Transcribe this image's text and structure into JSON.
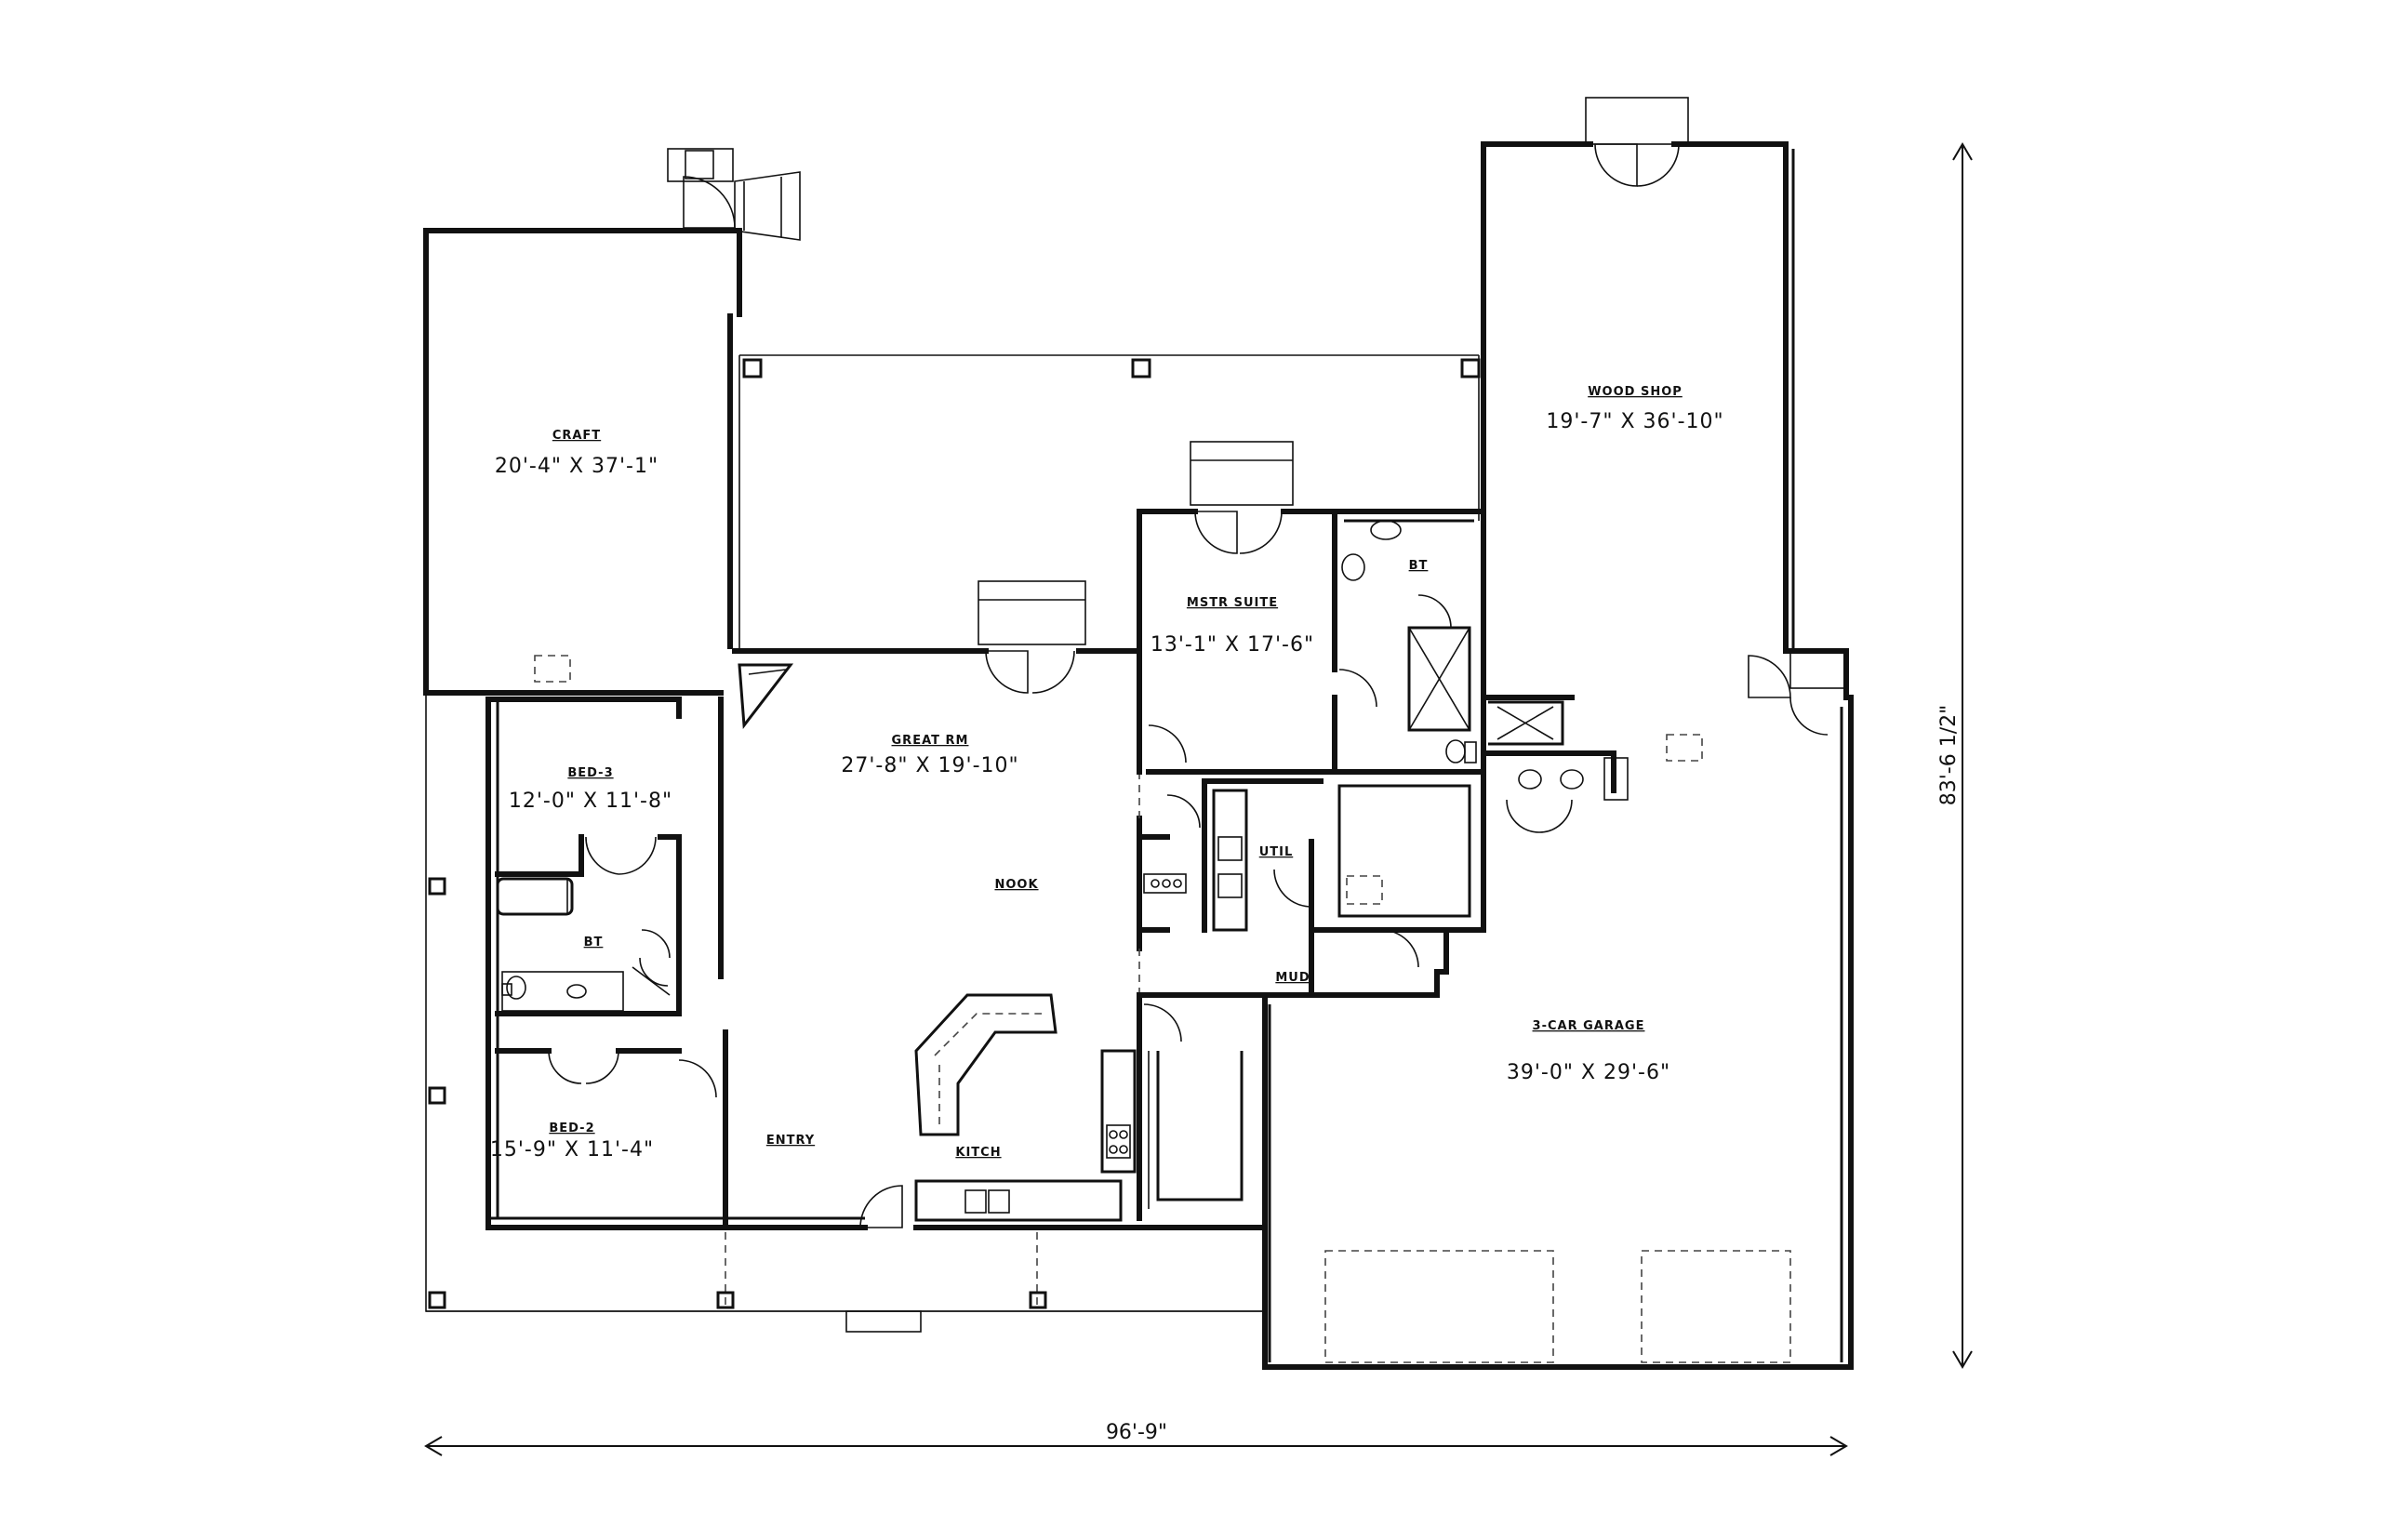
{
  "rooms": {
    "craft": {
      "label": "CRAFT",
      "size": "20'-4\" X 37'-1\""
    },
    "wood_shop": {
      "label": "WOOD SHOP",
      "size": "19'-7\" X 36'-10\""
    },
    "mstr_suite": {
      "label": "MSTR SUITE",
      "size": "13'-1\" X 17'-6\""
    },
    "mstr_bath": {
      "label": "BT"
    },
    "great_rm": {
      "label": "GREAT RM",
      "size": "27'-8\" X 19'-10\""
    },
    "bed3": {
      "label": "BED-3",
      "size": "12'-0\" X 11'-8\""
    },
    "bath2": {
      "label": "BT"
    },
    "bed2": {
      "label": "BED-2",
      "size": "15'-9\" X 11'-4\""
    },
    "nook": {
      "label": "NOOK"
    },
    "util": {
      "label": "UTIL"
    },
    "mud": {
      "label": "MUD"
    },
    "entry": {
      "label": "ENTRY"
    },
    "kitch": {
      "label": "KITCH"
    },
    "garage": {
      "label": "3-CAR GARAGE",
      "size": "39'-0\" X 29'-6\""
    }
  },
  "dimensions": {
    "width": "96'-9\"",
    "depth": "83'-6 1/2\""
  }
}
